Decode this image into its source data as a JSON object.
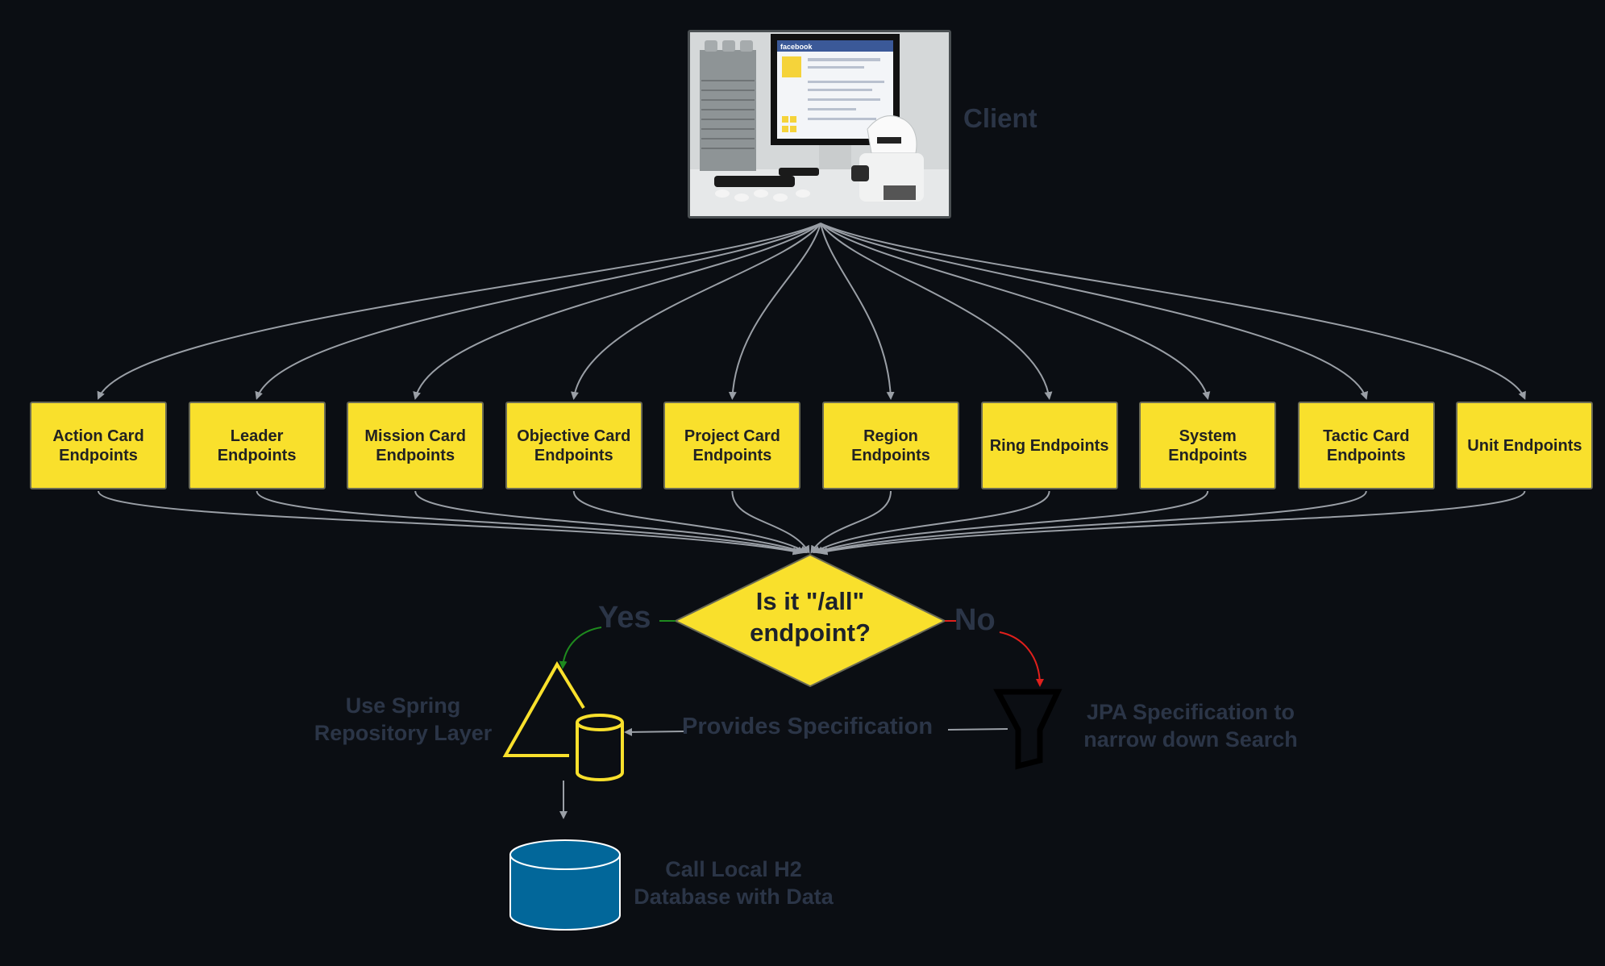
{
  "client": {
    "label": "Client",
    "photo_caption": "facebook"
  },
  "endpoints": [
    {
      "label": "Action Card Endpoints"
    },
    {
      "label": "Leader Endpoints"
    },
    {
      "label": "Mission Card Endpoints"
    },
    {
      "label": "Objective Card Endpoints"
    },
    {
      "label": "Project Card Endpoints"
    },
    {
      "label": "Region Endpoints"
    },
    {
      "label": "Ring Endpoints"
    },
    {
      "label": "System Endpoints"
    },
    {
      "label": "Tactic Card Endpoints"
    },
    {
      "label": "Unit Endpoints"
    }
  ],
  "decision": {
    "question": "Is it \"/all\" endpoint?",
    "yes_label": "Yes",
    "no_label": "No"
  },
  "spring": {
    "label": "Use Spring Repository Layer"
  },
  "spec_edge": {
    "label": "Provides Specification"
  },
  "jpa": {
    "label": "JPA Specification to narrow down Search"
  },
  "database": {
    "label": "Call Local H2 Database with Data"
  },
  "colors": {
    "background": "#0b0e13",
    "node_fill": "#f9e02c",
    "connector": "#9a9fa6",
    "label_text": "#2b3547",
    "yes_edge": "#1e8a1e",
    "no_edge": "#e0201c",
    "database_fill": "#02679a"
  }
}
